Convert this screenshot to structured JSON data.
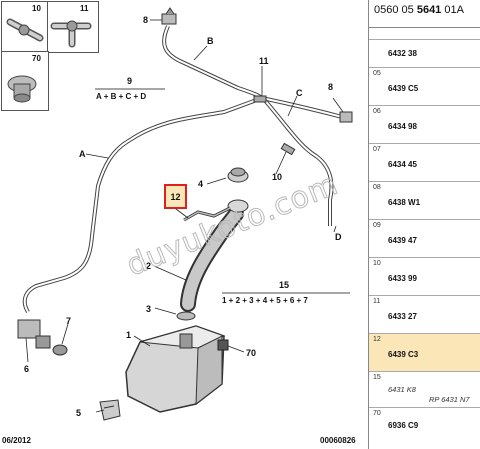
{
  "insets": [
    {
      "number": "10",
      "icon": "straight-connector-icon"
    },
    {
      "number": "11",
      "icon": "tee-connector-icon"
    },
    {
      "number": "70",
      "icon": "grommet-icon"
    }
  ],
  "callouts": {
    "c1": "1",
    "c2": "2",
    "c3": "3",
    "c4": "4",
    "c5": "5",
    "c6": "6",
    "c7": "7",
    "c8a": "8",
    "c8b": "8",
    "c10": "10",
    "c11": "11",
    "c12": "12",
    "c70": "70",
    "cA": "A",
    "cB": "B",
    "cC": "C",
    "cD": "D"
  },
  "groups": [
    {
      "number": "9",
      "formula": "A + B + C + D"
    },
    {
      "number": "15",
      "formula": "1 + 2 + 3 + 4 + 5 + 6 + 7"
    }
  ],
  "watermark": "duyukoto.com",
  "footer": {
    "date": "06/2012",
    "ref": "00060826"
  },
  "parts_list": {
    "header_prefix": "0560 05",
    "header_bold": "5641",
    "header_suffix": "01A",
    "rows": [
      {
        "code": "",
        "value": ""
      },
      {
        "code": "",
        "value": "6432 38"
      },
      {
        "code": "05",
        "value": "6439 C5"
      },
      {
        "code": "06",
        "value": "6434 98"
      },
      {
        "code": "07",
        "value": "6434 45"
      },
      {
        "code": "08",
        "value": "6438 W1"
      },
      {
        "code": "09",
        "value": "6439 47"
      },
      {
        "code": "10",
        "value": "6433 99"
      },
      {
        "code": "11",
        "value": "6433 27"
      },
      {
        "code": "12",
        "value": "6439 C3"
      },
      {
        "code": "15",
        "value": "6431 K8",
        "extra": "RP 6431 N7"
      },
      {
        "code": "70",
        "value": "6936 C9"
      }
    ]
  },
  "colors": {
    "highlight_border": "#e0201b",
    "highlight_fill": "#fbe6b8"
  }
}
